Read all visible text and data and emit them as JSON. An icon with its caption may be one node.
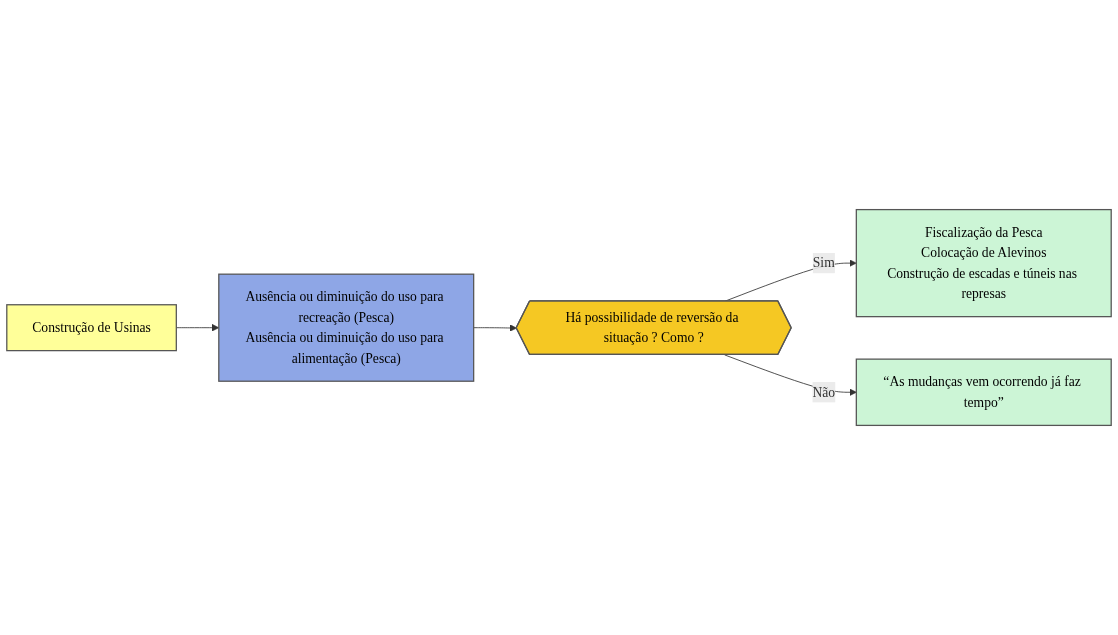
{
  "diagram": {
    "nodes": [
      {
        "text": [
          "Construção de Usinas"
        ]
      },
      {
        "text": [
          "Ausência ou diminuição do uso para recreação (Pesca)",
          "Ausência ou diminuição do uso para alimentação (Pesca)"
        ]
      },
      {
        "text": [
          "Há possibilidade de reversão da situação ? Como ?"
        ]
      },
      {
        "text": [
          "Fiscalização da Pesca",
          "Colocação de Alevinos",
          "Construção de escadas e túneis nas represas"
        ]
      },
      {
        "text": [
          "“As mudanças vem ocorrendo já faz tempo”"
        ]
      }
    ],
    "edges": [
      {
        "from": 0,
        "to": 1,
        "arrow": "to"
      },
      {
        "from": 1,
        "to": 2,
        "arrow": "to"
      },
      {
        "from": 2,
        "to": 3,
        "arrow": "to",
        "label": "Sim"
      },
      {
        "from": 2,
        "to": 4,
        "arrow": "to",
        "label": "Não"
      }
    ]
  }
}
